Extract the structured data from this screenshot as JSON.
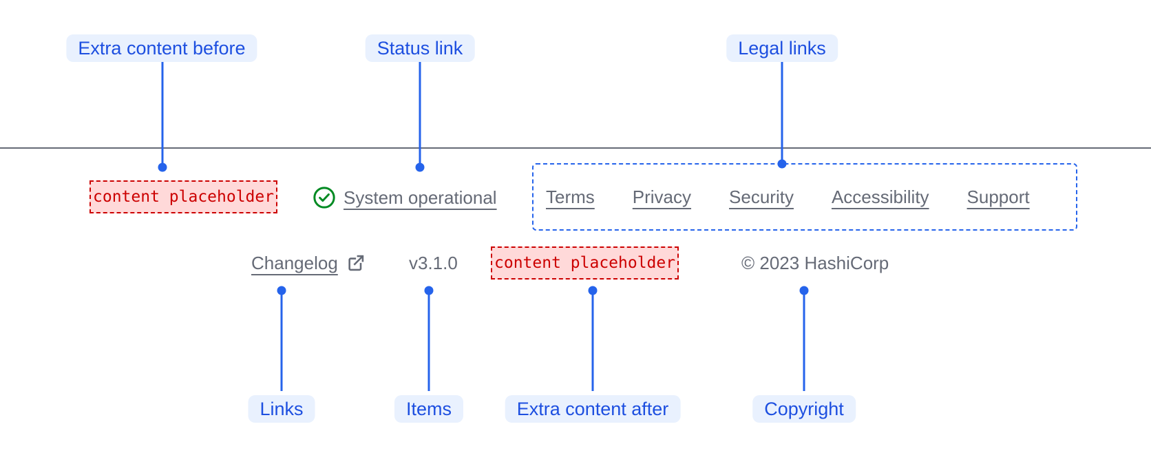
{
  "colors": {
    "annotation_text_blue": "#1d4fe0",
    "annotation_bg_blue": "#e9f1fe",
    "line_blue": "#2563eb",
    "link_gray": "#656a76",
    "divider_gray": "#656a76",
    "success_green": "#008a22",
    "placeholder_red": "#cc0000",
    "placeholder_bg": "#ffd9d9"
  },
  "annotations": {
    "top": [
      {
        "label": "Extra content before"
      },
      {
        "label": "Status link"
      },
      {
        "label": "Legal links"
      }
    ],
    "bottom": [
      {
        "label": "Links"
      },
      {
        "label": "Items"
      },
      {
        "label": "Extra content after"
      },
      {
        "label": "Copyright"
      }
    ]
  },
  "footer": {
    "extra_content_before": {
      "placeholder": "content placeholder"
    },
    "status_link": {
      "label": "System operational",
      "icon": "check-circle-icon"
    },
    "legal_links": [
      "Terms",
      "Privacy",
      "Security",
      "Accessibility",
      "Support"
    ],
    "links": [
      {
        "label": "Changelog",
        "icon": "external-link-icon"
      }
    ],
    "items": [
      {
        "label": "v3.1.0"
      }
    ],
    "extra_content_after": {
      "placeholder": "content placeholder"
    },
    "copyright": "© 2023 HashiCorp"
  }
}
